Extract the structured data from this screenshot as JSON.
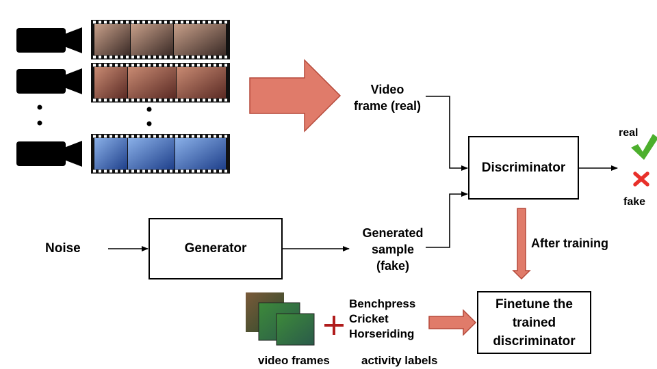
{
  "labels": {
    "video_frame_real": "Video\nframe (real)",
    "noise": "Noise",
    "generated_sample": "Generated\nsample\n(fake)",
    "real": "real",
    "fake": "fake",
    "after_training": "After training",
    "video_frames": "video frames",
    "activity_labels": "activity labels"
  },
  "boxes": {
    "discriminator": "Discriminator",
    "generator": "Generator",
    "finetune": "Finetune the\ntrained\ndiscriminator"
  },
  "activities": [
    "Benchpress",
    "Cricket",
    "Horseriding"
  ],
  "icons": {
    "camera": "video-camera-icon",
    "check": "checkmark-icon",
    "cross": "cross-icon",
    "plus": "plus-icon"
  },
  "colors": {
    "big_arrow_fill": "#e07b6a",
    "big_arrow_stroke": "#b5493a",
    "check": "#4caf2c",
    "cross": "#e8302a",
    "plus": "#b01c1c",
    "film_row1": "#7a4a3a",
    "film_row2": "#8a3a30",
    "film_row3": "#3a6ab8"
  }
}
